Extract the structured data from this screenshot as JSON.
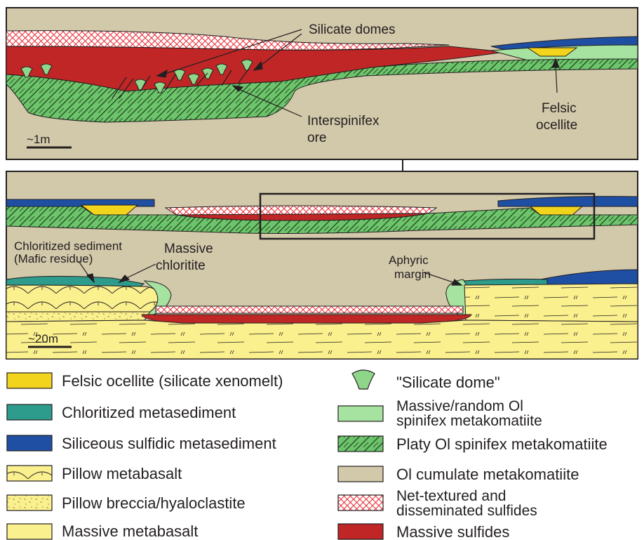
{
  "upper_panel": {
    "label_silicate_domes": "Silicate domes",
    "label_interspinifex_1": "Interspinifex",
    "label_interspinifex_2": "ore",
    "label_felsic_1": "Felsic",
    "label_felsic_2": "ocellite",
    "scale": "~1m"
  },
  "lower_panel": {
    "label_chloritized_1": "Chloritized sediment",
    "label_chloritized_2": "(Mafic residue)",
    "label_massive_1": "Massive",
    "label_massive_2": "chloritite",
    "label_aphyric_1": "Aphyric",
    "label_aphyric_2": "margin",
    "scale": "~20m"
  },
  "legend": {
    "left": [
      {
        "label": "Felsic ocellite (silicate xenomelt)",
        "color": "#f2d41c"
      },
      {
        "label": "Chloritized metasediment",
        "color": "#2e9c8c"
      },
      {
        "label": "Siliceous sulfidic metasediment",
        "color": "#1e4fa3"
      },
      {
        "label": "Pillow metabasalt",
        "color": "#fbf08e"
      },
      {
        "label": "Pillow breccia/hyaloclastite",
        "color": "#fbf08e"
      },
      {
        "label": "Massive metabasalt",
        "color": "#fbf08e"
      }
    ],
    "right": [
      {
        "label": "\"Silicate dome\"",
        "color": "#8fd68a"
      },
      {
        "line1": "Massive/random Ol",
        "line2": "spinifex metakomatiite",
        "color": "#a7e3a0"
      },
      {
        "label": "Platy Ol spinifex metakomatiite",
        "color": "#6cc46b"
      },
      {
        "label": "Ol cumulate metakomatiite",
        "color": "#d2c8aa"
      },
      {
        "line1": "Net-textured and",
        "line2": "disseminated sulfides",
        "color": "#e8323a"
      },
      {
        "label": "Massive sulfides",
        "color": "#c02626"
      }
    ]
  },
  "colors": {
    "cumulate": "#d2c8aa",
    "massive_sulfide": "#c02626",
    "net_sulfide": "#e8323a",
    "spinifex": "#6cc46b",
    "massive_spinifex": "#a7e3a0",
    "felsic": "#f2d41c",
    "siliceous": "#1e4fa3",
    "chloritized": "#2e9c8c",
    "basalt": "#fbf08e"
  }
}
